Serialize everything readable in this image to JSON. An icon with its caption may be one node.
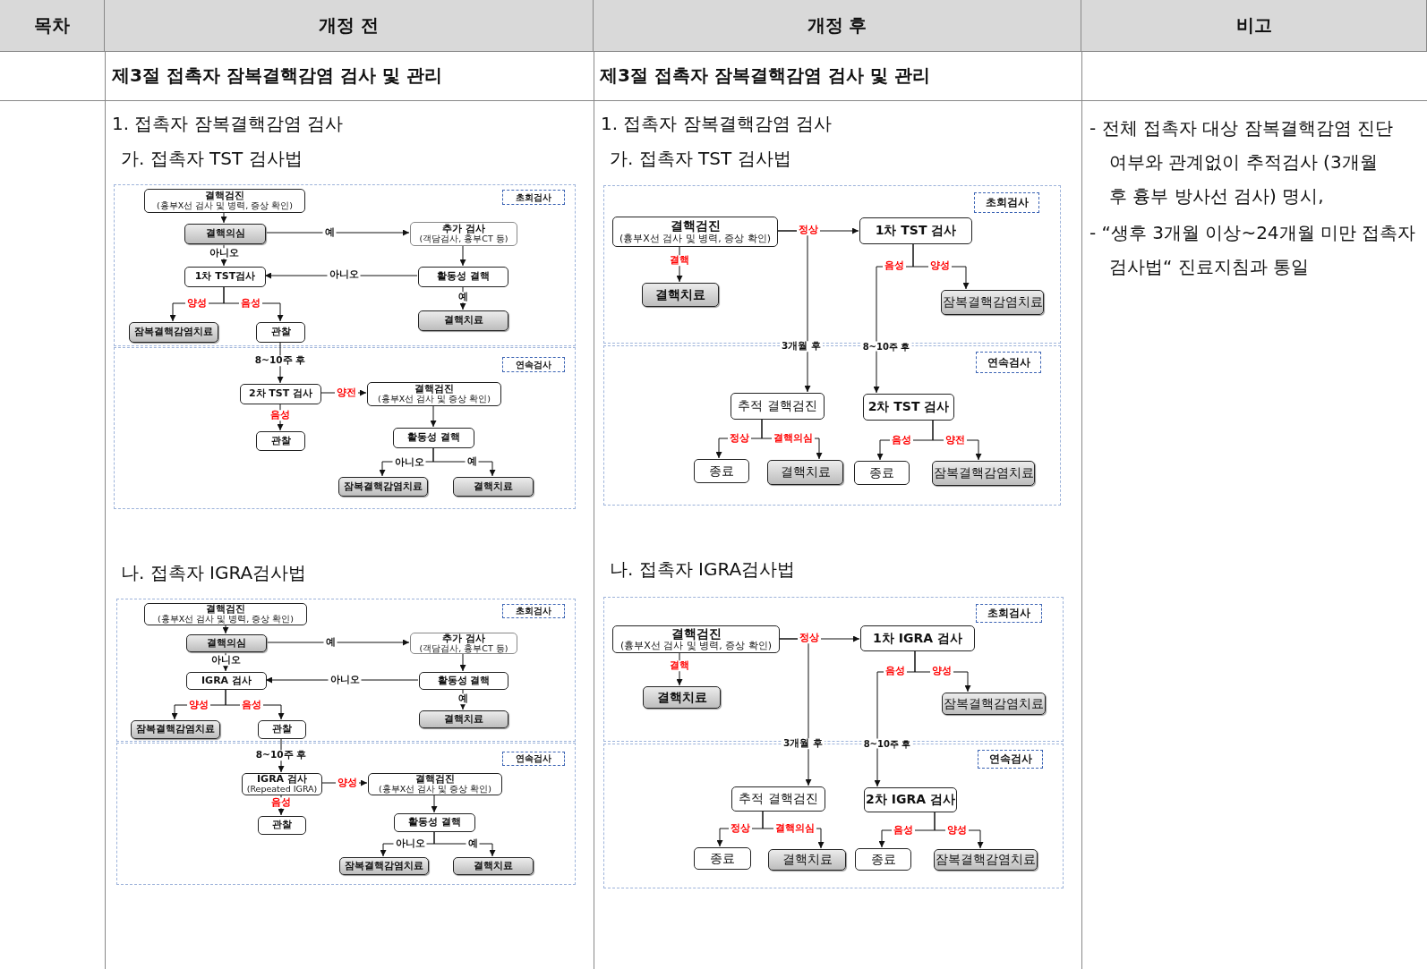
{
  "diagram": {
    "nodes": [
      {
        "text": [
          "초회검사"
        ]
      },
      {
        "text": [
          "결핵검진",
          "(흉부X선 검사 및 병력, 증상 확인)"
        ],
        "in": 0
      },
      {
        "text": [
          "결핵의심"
        ],
        "in": 0
      },
      {
        "text": [
          "추가 검사",
          "(객담검사, 흉부CT 등)"
        ],
        "in": 0
      },
      {
        "text": [
          "1차 TST검사"
        ],
        "in": 0
      },
      {
        "text": [
          "활동성 결핵"
        ],
        "in": 0
      },
      {
        "text": [
          "결핵치료"
        ],
        "in": 0
      },
      {
        "text": [
          "잠복결핵감염치료"
        ],
        "in": 0
      },
      {
        "text": [
          "관찰"
        ],
        "in": 0
      },
      {
        "text": [
          "연속검사"
        ]
      },
      {
        "text": [
          "2차 TST 검사"
        ],
        "in": 9
      },
      {
        "text": [
          "결핵검진",
          "(흉부X선 검사 및 증상 확인)"
        ],
        "in": 9
      },
      {
        "text": [
          "활동성 결핵"
        ],
        "in": 9
      },
      {
        "text": [
          "관찰"
        ],
        "in": 9
      },
      {
        "text": [
          "잠복결핵감염치료"
        ],
        "in": 9
      },
      {
        "text": [
          "결핵치료"
        ],
        "in": 9
      },
      {
        "text": [
          "초회검사"
        ]
      },
      {
        "text": [
          "결핵검진",
          "(흉부X선 검사 및 병력, 증상 확인)"
        ],
        "in": 16
      },
      {
        "text": [
          "결핵의심"
        ],
        "in": 16
      },
      {
        "text": [
          "추가 검사",
          "(객담검사, 흉부CT 등)"
        ],
        "in": 16
      },
      {
        "text": [
          "IGRA 검사"
        ],
        "in": 16
      },
      {
        "text": [
          "활동성 결핵"
        ],
        "in": 16
      },
      {
        "text": [
          "결핵치료"
        ],
        "in": 16
      },
      {
        "text": [
          "잠복결핵감염치료"
        ],
        "in": 16
      },
      {
        "text": [
          "관찰"
        ],
        "in": 16
      },
      {
        "text": [
          "연속검사"
        ]
      },
      {
        "text": [
          "IGRA 검사",
          "(Repeated IGRA)"
        ],
        "in": 25
      },
      {
        "text": [
          "결핵검진",
          "(흉부X선 검사 및 증상 확인)"
        ],
        "in": 25
      },
      {
        "text": [
          "활동성 결핵"
        ],
        "in": 25
      },
      {
        "text": [
          "관찰"
        ],
        "in": 25
      },
      {
        "text": [
          "잠복결핵감염치료"
        ],
        "in": 25
      },
      {
        "text": [
          "결핵치료"
        ],
        "in": 25
      },
      {
        "text": [
          "초회검사"
        ]
      },
      {
        "text": [
          "결핵검진",
          "(흉부X선 검사 및 병력, 증상 확인)"
        ],
        "in": 32
      },
      {
        "text": [
          "1차 TST 검사"
        ],
        "in": 32
      },
      {
        "text": [
          "결핵치료"
        ],
        "in": 32
      },
      {
        "text": [
          "잠복결핵감염치료"
        ],
        "in": 32
      },
      {
        "text": [
          "연속검사"
        ]
      },
      {
        "text": [
          "추적 결핵검진"
        ],
        "in": 37
      },
      {
        "text": [
          "2차 TST 검사"
        ],
        "in": 37
      },
      {
        "text": [
          "종료"
        ],
        "in": 37
      },
      {
        "text": [
          "결핵치료"
        ],
        "in": 37
      },
      {
        "text": [
          "종료"
        ],
        "in": 37
      },
      {
        "text": [
          "잠복결핵감염치료"
        ],
        "in": 37
      },
      {
        "text": [
          "초회검사"
        ]
      },
      {
        "text": [
          "결핵검진",
          "(흉부X선 검사 및 병력, 증상 확인)"
        ],
        "in": 44
      },
      {
        "text": [
          "1차 IGRA 검사"
        ],
        "in": 44
      },
      {
        "text": [
          "결핵치료"
        ],
        "in": 44
      },
      {
        "text": [
          "잠복결핵감염치료"
        ],
        "in": 44
      },
      {
        "text": [
          "연속검사"
        ]
      },
      {
        "text": [
          "추적 결핵검진"
        ],
        "in": 49
      },
      {
        "text": [
          "2차 IGRA 검사"
        ],
        "in": 49
      },
      {
        "text": [
          "종료"
        ],
        "in": 49
      },
      {
        "text": [
          "결핵치료"
        ],
        "in": 49
      },
      {
        "text": [
          "종료"
        ],
        "in": 49
      },
      {
        "text": [
          "잠복결핵감염치료"
        ],
        "in": 49
      }
    ],
    "edges": [
      {
        "from": 1,
        "to": 2,
        "arrow": "to"
      },
      {
        "from": 2,
        "to": 3,
        "arrow": "to",
        "label": "예"
      },
      {
        "from": 2,
        "to": 4,
        "arrow": "to",
        "label": "아니오"
      },
      {
        "from": 3,
        "to": 5,
        "arrow": "to"
      },
      {
        "from": 5,
        "to": 4,
        "arrow": "to",
        "label": "아니오"
      },
      {
        "from": 5,
        "to": 6,
        "arrow": "to",
        "label": "예"
      },
      {
        "from": 4,
        "to": 7,
        "arrow": "to",
        "label": "양성"
      },
      {
        "from": 4,
        "to": 8,
        "arrow": "to",
        "label": "음성"
      },
      {
        "from": 8,
        "to": 10,
        "arrow": "to",
        "label": "8~10주 후"
      },
      {
        "from": 10,
        "to": 11,
        "arrow": "to",
        "label": "양전"
      },
      {
        "from": 10,
        "to": 13,
        "arrow": "to",
        "label": "음성"
      },
      {
        "from": 11,
        "to": 12,
        "arrow": "to"
      },
      {
        "from": 12,
        "to": 14,
        "arrow": "to",
        "label": "아니오"
      },
      {
        "from": 12,
        "to": 15,
        "arrow": "to",
        "label": "예"
      },
      {
        "from": 17,
        "to": 18,
        "arrow": "to"
      },
      {
        "from": 18,
        "to": 19,
        "arrow": "to",
        "label": "예"
      },
      {
        "from": 18,
        "to": 20,
        "arrow": "to",
        "label": "아니오"
      },
      {
        "from": 19,
        "to": 21,
        "arrow": "to"
      },
      {
        "from": 21,
        "to": 20,
        "arrow": "to",
        "label": "아니오"
      },
      {
        "from": 21,
        "to": 22,
        "arrow": "to",
        "label": "예"
      },
      {
        "from": 20,
        "to": 23,
        "arrow": "to",
        "label": "양성"
      },
      {
        "from": 20,
        "to": 24,
        "arrow": "to",
        "label": "음성"
      },
      {
        "from": 24,
        "to": 26,
        "arrow": "to",
        "label": "8~10주 후"
      },
      {
        "from": 26,
        "to": 27,
        "arrow": "to",
        "label": "양성"
      },
      {
        "from": 26,
        "to": 29,
        "arrow": "to",
        "label": "음성"
      },
      {
        "from": 27,
        "to": 28,
        "arrow": "to"
      },
      {
        "from": 28,
        "to": 30,
        "arrow": "to",
        "label": "아니오"
      },
      {
        "from": 28,
        "to": 31,
        "arrow": "to",
        "label": "예"
      },
      {
        "from": 33,
        "to": 34,
        "arrow": "to",
        "label": "정상"
      },
      {
        "from": 33,
        "to": 35,
        "arrow": "to",
        "label": "결핵"
      },
      {
        "from": 33,
        "to": 38,
        "arrow": "to",
        "label": "3개월 후"
      },
      {
        "from": 34,
        "to": 39,
        "arrow": "to",
        "label": "음성"
      },
      {
        "from": 34,
        "to": 36,
        "arrow": "to",
        "label": "양성"
      },
      {
        "from": 38,
        "to": 40,
        "arrow": "to",
        "label": "정상"
      },
      {
        "from": 38,
        "to": 41,
        "arrow": "to",
        "label": "결핵의심"
      },
      {
        "from": 39,
        "to": 42,
        "arrow": "to",
        "label": "음성"
      },
      {
        "from": 39,
        "to": 43,
        "arrow": "to",
        "label": "양전"
      },
      {
        "from": 45,
        "to": 46,
        "arrow": "to",
        "label": "정상"
      },
      {
        "from": 45,
        "to": 47,
        "arrow": "to",
        "label": "결핵"
      },
      {
        "from": 45,
        "to": 50,
        "arrow": "to",
        "label": "3개월 후"
      },
      {
        "from": 46,
        "to": 51,
        "arrow": "to",
        "label": "음성"
      },
      {
        "from": 46,
        "to": 48,
        "arrow": "to",
        "label": "양성"
      },
      {
        "from": 50,
        "to": 52,
        "arrow": "to",
        "label": "정상"
      },
      {
        "from": 50,
        "to": 53,
        "arrow": "to",
        "label": "결핵의심"
      },
      {
        "from": 51,
        "to": 54,
        "arrow": "to",
        "label": "음성"
      },
      {
        "from": 51,
        "to": 55,
        "arrow": "to",
        "label": "양성"
      }
    ],
    "labels": [
      "목차",
      "개정 전",
      "개정 후",
      "비고",
      "제3절 접촉자 잠복결핵감염 검사 및 관리",
      "제3절 접촉자 잠복결핵감염 검사 및 관리",
      "1. 접촉자 잠복결핵감염 검사",
      "가. 접촉자 TST 검사법",
      "나. 접촉자 IGRA검사법",
      "1. 접촉자 잠복결핵감염 검사",
      "가. 접촉자 TST 검사법",
      "나. 접촉자 IGRA검사법",
      "- 전체 접촉자 대상 잠복결핵감염 진단 여부와 관계없이 추적검사 (3개월 후 흉부 방사선 검사) 명시,",
      "- “생후 3개월 이상~24개월 미만 접촉자 검사법“ 진료지침과 통일",
      "8~10주 후",
      "8~10주 후"
    ]
  }
}
